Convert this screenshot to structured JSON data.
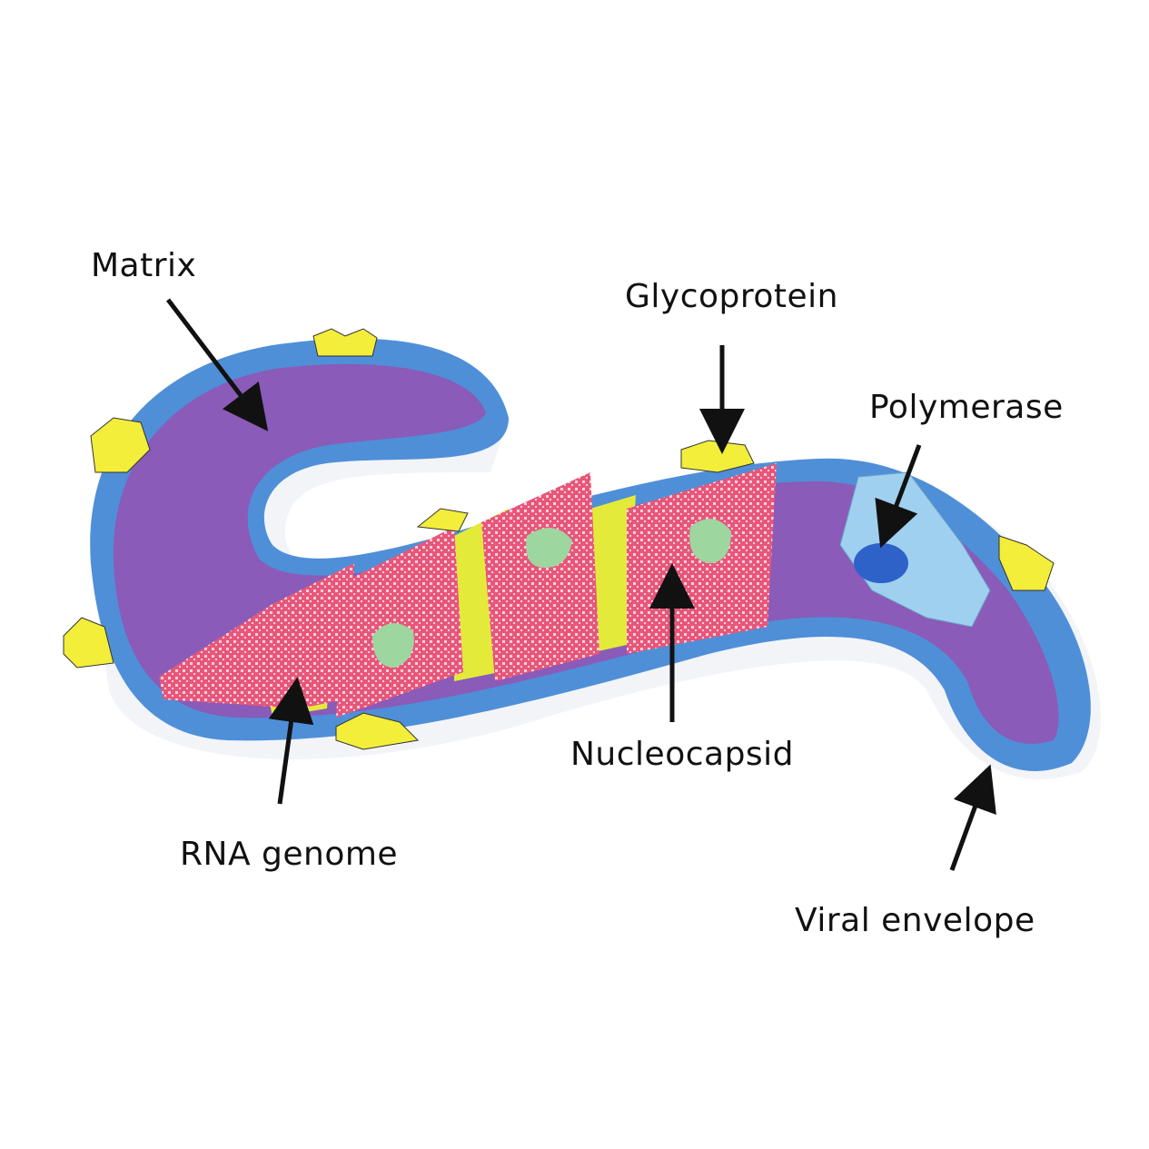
{
  "labels": {
    "matrix": "Matrix",
    "glycoprotein": "Glycoprotein",
    "polymerase": "Polymerase",
    "nucleocapsid": "Nucleocapsid",
    "rna_genome": "RNA genome",
    "viral_envelope": "Viral envelope"
  },
  "colors": {
    "envelope": "#4f8fd8",
    "matrix": "#8a5bb8",
    "nucleocapsid": "#e8567a",
    "rna": "#e4ea3a",
    "glycoprotein": "#f2ee3a",
    "polymerase": "#9fd0f0",
    "arrow": "#111111"
  }
}
